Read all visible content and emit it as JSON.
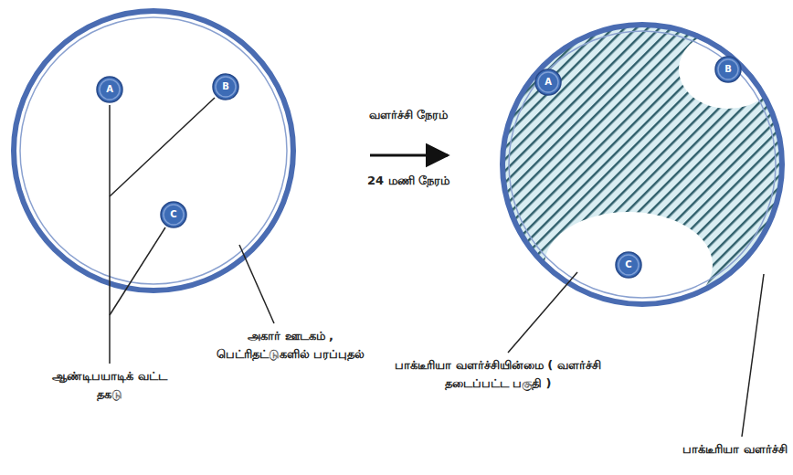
{
  "diagram": {
    "nodes": [
      {
        "text": [
          "A"
        ]
      },
      {
        "text": [
          "B"
        ]
      },
      {
        "text": [
          "C"
        ]
      },
      {
        "text": [
          "A"
        ]
      },
      {
        "text": [
          "B"
        ]
      },
      {
        "text": [
          "C"
        ]
      }
    ],
    "labels": [
      "வளர்ச்சி நேரம்",
      "24 மணி நேரம்",
      "ஆண்டிபயாடிக் வட்ட தகடு",
      "அகார் ஊடகம் , பெட்ரிதட்டுகளில் பரப்புதல்",
      "பாக்டீரியா வளர்ச்சியின்மை ( வளர்ச்சி தடைப்பட்ட பகுதி )",
      "பாக்டீரியா வளர்ச்சி"
    ]
  }
}
